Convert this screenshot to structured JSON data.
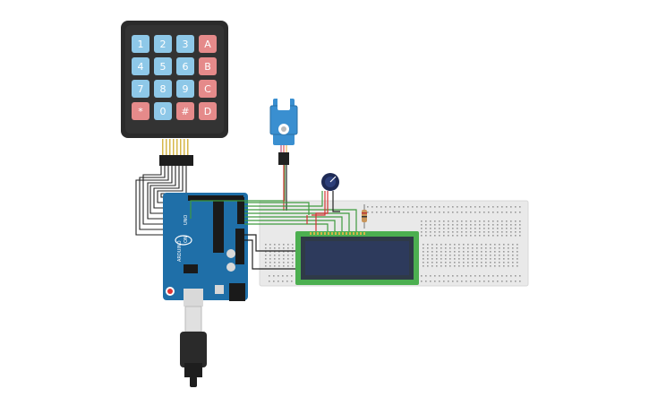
{
  "keypad": {
    "keys": [
      {
        "label": "1",
        "kind": "num"
      },
      {
        "label": "2",
        "kind": "num"
      },
      {
        "label": "3",
        "kind": "num"
      },
      {
        "label": "A",
        "kind": "fn"
      },
      {
        "label": "4",
        "kind": "num"
      },
      {
        "label": "5",
        "kind": "num"
      },
      {
        "label": "6",
        "kind": "num"
      },
      {
        "label": "B",
        "kind": "fn"
      },
      {
        "label": "7",
        "kind": "num"
      },
      {
        "label": "8",
        "kind": "num"
      },
      {
        "label": "9",
        "kind": "num"
      },
      {
        "label": "C",
        "kind": "fn"
      },
      {
        "label": "*",
        "kind": "fn"
      },
      {
        "label": "0",
        "kind": "num"
      },
      {
        "label": "#",
        "kind": "fn"
      },
      {
        "label": "D",
        "kind": "fn"
      }
    ]
  },
  "arduino": {
    "label_uno": "UNO",
    "label_on": "ON",
    "label_arduino": "ARDUINO"
  },
  "colors": {
    "num_key": "#8ec8e8",
    "fn_key": "#e58a8a",
    "keypad_body": "#2b2b2b",
    "arduino_board": "#1f6fa8",
    "breadboard": "#e9e9e9",
    "lcd_pcb": "#4caf50",
    "lcd_screen": "#2d3a5c",
    "wire_green": "#3f9a3f",
    "wire_red": "#d33333",
    "wire_black": "#222222",
    "servo_blue": "#3a8fd0"
  }
}
